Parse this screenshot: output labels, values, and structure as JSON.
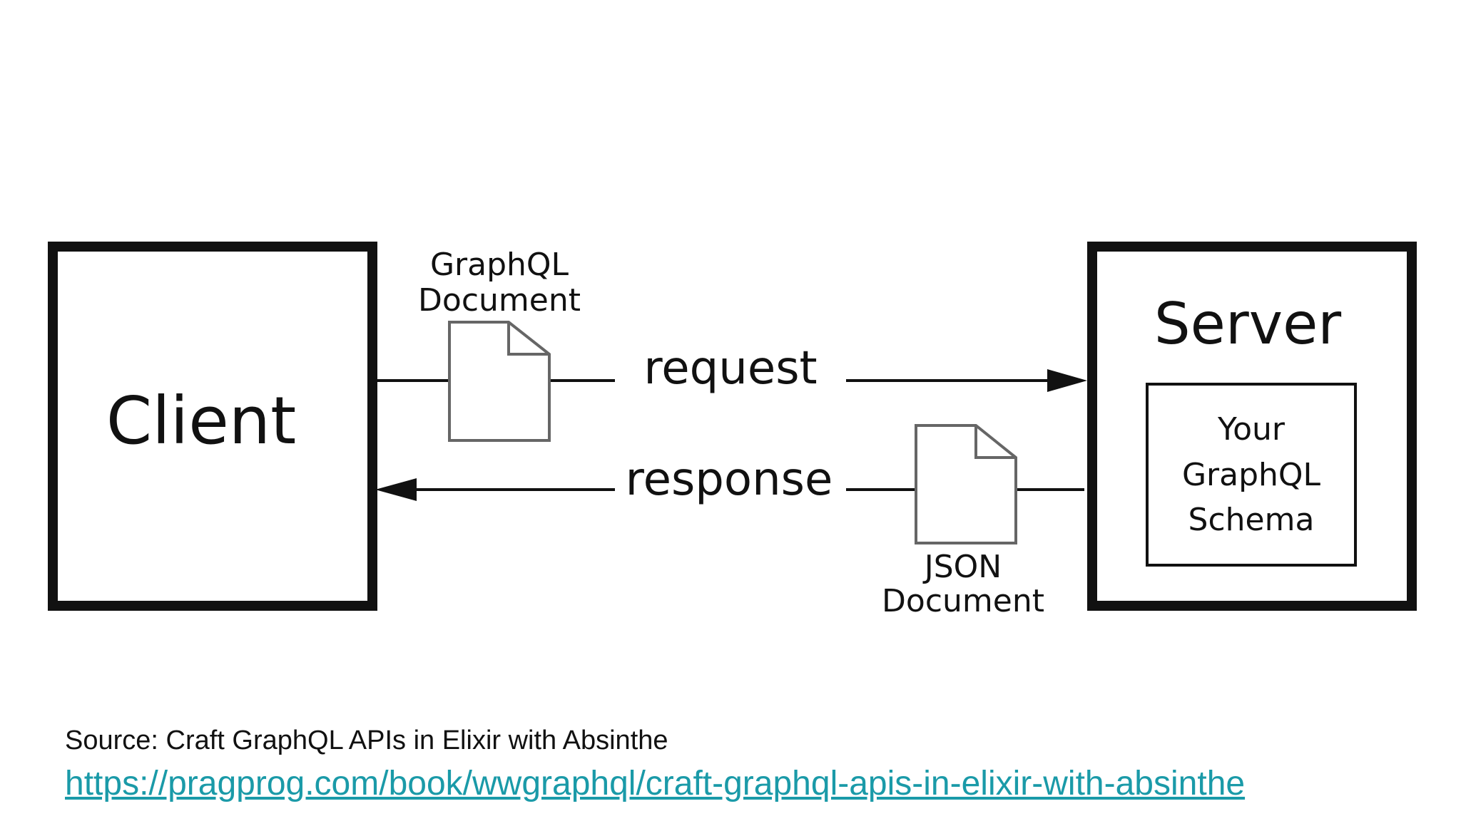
{
  "diagram": {
    "client": {
      "label": "Client"
    },
    "server": {
      "label": "Server"
    },
    "schema": {
      "line1": "Your",
      "line2": "GraphQL",
      "line3": "Schema"
    },
    "request": {
      "label": "request",
      "document_line1": "GraphQL",
      "document_line2": "Document"
    },
    "response": {
      "label": "response",
      "document_line1": "JSON",
      "document_line2": "Document"
    }
  },
  "footer": {
    "source_text": "Source: Craft GraphQL APIs in Elixir with Absinthe",
    "link_text": "https://pragprog.com/book/wwgraphql/craft-graphql-apis-in-elixir-with-absinthe"
  },
  "colors": {
    "stroke": "#111111",
    "document_outline": "#666666",
    "link": "#1a9aa8"
  }
}
